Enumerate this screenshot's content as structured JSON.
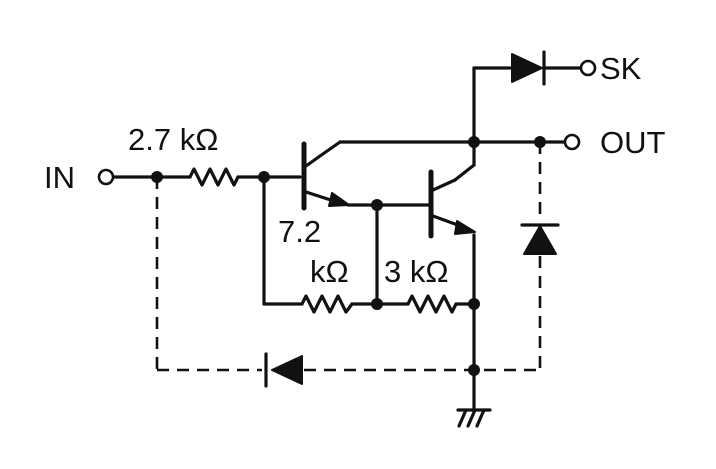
{
  "labels": {
    "in": "IN",
    "out": "OUT",
    "sk": "SK",
    "r1": "2.7 kΩ",
    "r2_value": "7.2",
    "r2_unit": "kΩ",
    "r3": "3 kΩ"
  }
}
